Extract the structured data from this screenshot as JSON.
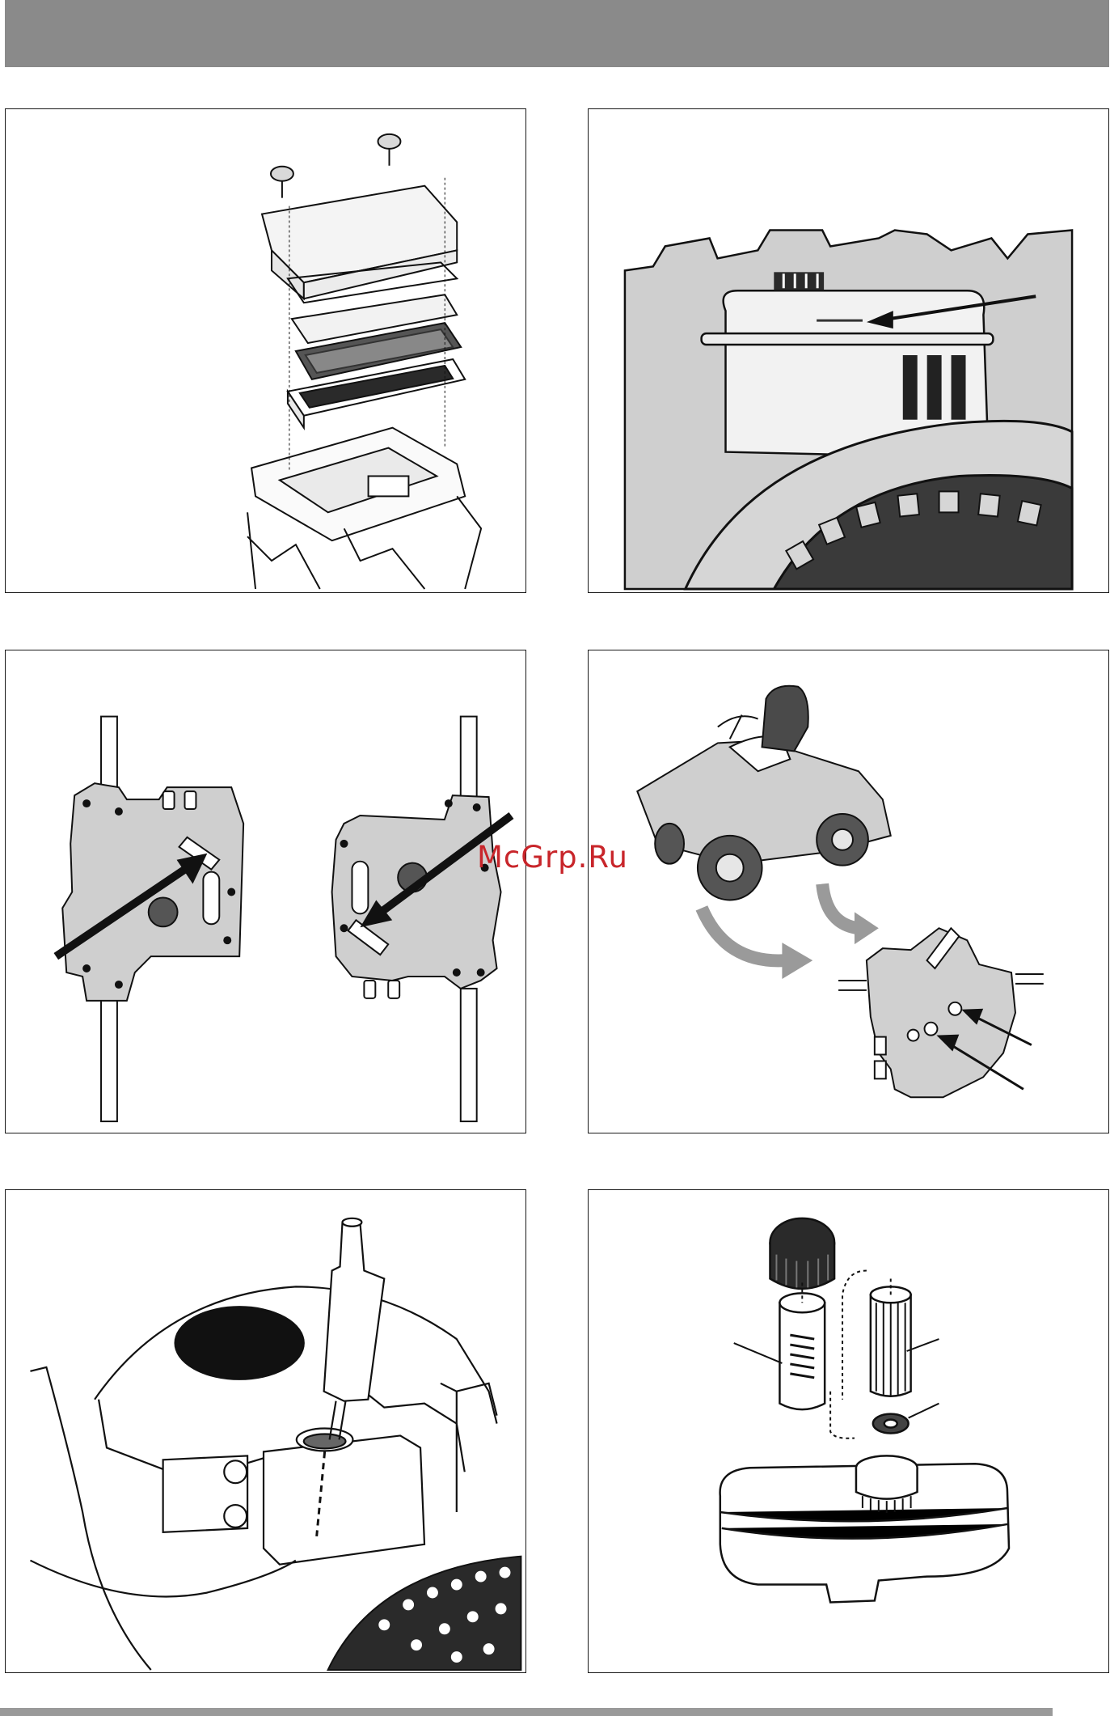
{
  "page": {
    "watermark": "McGrp.Ru",
    "colors": {
      "header_bar": "#8a8a8a",
      "footer_bar": "#9a9a9a",
      "panel_border": "#1a1a1a",
      "illustration_gray": "#cfcfcf",
      "watermark": "#c8252a"
    }
  },
  "figures": [
    {
      "id": "air-filter-assembly",
      "icon": "air-filter-exploded-view"
    },
    {
      "id": "fuel-tank-level",
      "icon": "fuel-tank-arrow"
    },
    {
      "id": "transmission-levers",
      "icon": "hydrostatic-valve-plates"
    },
    {
      "id": "tractor-drain-plugs",
      "icon": "ride-on-mower-transmission"
    },
    {
      "id": "oil-refill",
      "icon": "funnel-oil-fill"
    },
    {
      "id": "fuel-filter",
      "icon": "fuel-filter-exploded-view"
    }
  ]
}
